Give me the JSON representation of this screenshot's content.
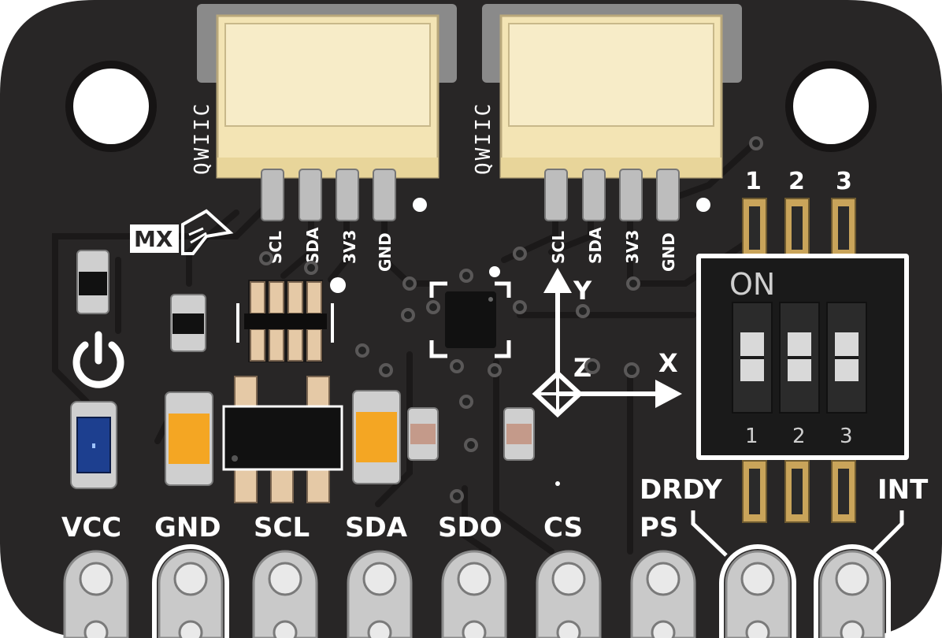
{
  "colors": {
    "board": "#282626",
    "trace": "#1d1b1b",
    "silk": "#ffffff",
    "pad": "#c9c9c9",
    "gold": "#c9a45a",
    "connector": "#f3e4b4",
    "amber": "#f4a623",
    "led_blue": "#1d3f8f"
  },
  "connectors": [
    {
      "label": "QWIIC",
      "pins": [
        "SCL",
        "SDA",
        "3V3",
        "GND"
      ]
    },
    {
      "label": "QWIIC",
      "pins": [
        "SCL",
        "SDA",
        "3V3",
        "GND"
      ]
    }
  ],
  "logo": "MX",
  "dip_switch": {
    "on_label": "ON",
    "top_numbers": [
      "1",
      "2",
      "3"
    ],
    "bottom_numbers": [
      "1",
      "2",
      "3"
    ]
  },
  "axes": {
    "x": "X",
    "y": "Y",
    "z": "Z"
  },
  "header_pins": [
    "VCC",
    "GND",
    "SCL",
    "SDA",
    "SDO",
    "CS",
    "PS",
    "DRDY",
    "INT"
  ],
  "icons": {
    "power": "power-icon",
    "axis_marker": "axis-origin-icon"
  }
}
